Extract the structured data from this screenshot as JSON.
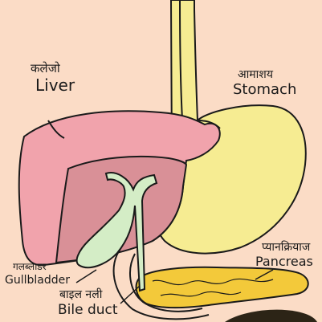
{
  "colors": {
    "background": "#fbdcc6",
    "liver": "#f1a3ac",
    "liver_shadow": "#d99097",
    "stomach": "#f6ec92",
    "pancreas": "#f3c93a",
    "gallbladder": "#d4edc6",
    "outline": "#1a1a1a"
  },
  "labels": {
    "liver_hi": "कलेजो",
    "liver_en": "Liver",
    "stomach_hi": "आमाशय",
    "stomach_en": "Stomach",
    "pancreas_hi": "प्यानक्रियाज",
    "pancreas_en": "Pancreas",
    "gallbladder_hi": "गलब्लाडर",
    "gallbladder_en": "Gullbladder",
    "bileduct_hi": "बाइल नली",
    "bileduct_en": "Bile duct"
  }
}
